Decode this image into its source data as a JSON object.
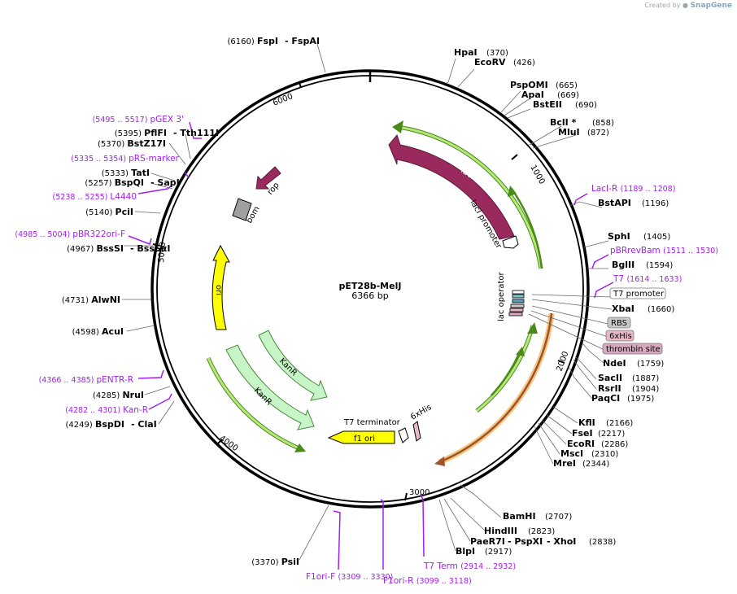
{
  "plasmid": {
    "name": "pET28b-MelJ",
    "length_label": "6366 bp",
    "total": 6366
  },
  "credit": {
    "prefix": "Created by",
    "brand": "SnapGene"
  },
  "ticks": [
    "1000",
    "2000",
    "3000",
    "4000",
    "5000",
    "6000"
  ],
  "colors": {
    "lacI": "#9a2a5e",
    "lacI_outline": "#92d050",
    "kanR": "#c8f5c8",
    "kanR_edge": "#4a8a3a",
    "ori": "#ffff00",
    "bom": "#a0a0a0",
    "rop": "#9a2a5e",
    "green_feature": "#86cc3c",
    "orange_feature": "#f5a623",
    "brown_feature": "#a0522d",
    "primer": "#a020f0",
    "rbs": "#c8c8c8",
    "his": "#e8b8c8",
    "thrombin": "#d8a8c0"
  },
  "features": {
    "lacI": "lacI",
    "lacI_promoter": "lacI promoter",
    "rop": "rop",
    "bom": "bom",
    "ori": "ori",
    "kanR": "KanR",
    "f1_ori": "f1 ori",
    "t7_terminator": "T7 terminator",
    "his_tag": "6xHis",
    "lac_operator": "lac operator",
    "t7_promoter": "T7 promoter",
    "rbs": "RBS",
    "his_tag_box": "6xHis",
    "thrombin_site": "thrombin site"
  },
  "enzymes_left": [
    {
      "name": "FspI",
      "pos": "(6160)",
      "extra": "FspAI"
    },
    {
      "name": "PflFI",
      "pos": "(5395)",
      "extra": "Tth111I"
    },
    {
      "name": "BstZ17I",
      "pos": "(5370)"
    },
    {
      "name": "TatI",
      "pos": "(5333)"
    },
    {
      "name": "BspQI",
      "pos": "(5257)",
      "extra": "SapI"
    },
    {
      "name": "PciI",
      "pos": "(5140)"
    },
    {
      "name": "BssSI",
      "pos": "(4967)",
      "extra": "BssSαI"
    },
    {
      "name": "AlwNI",
      "pos": "(4731)"
    },
    {
      "name": "AcuI",
      "pos": "(4598)"
    },
    {
      "name": "NruI",
      "pos": "(4285)"
    },
    {
      "name": "BspDI",
      "pos": "(4249)",
      "extra": "ClaI"
    },
    {
      "name": "PsiI",
      "pos": "(3370)"
    }
  ],
  "enzymes_right": [
    {
      "name": "HpaI",
      "pos": "(370)"
    },
    {
      "name": "EcoRV",
      "pos": "(426)"
    },
    {
      "name": "PspOMI",
      "pos": "(665)"
    },
    {
      "name": "ApaI",
      "pos": "(669)"
    },
    {
      "name": "BstEII",
      "pos": "(690)"
    },
    {
      "name": "BclI *",
      "pos": "(858)"
    },
    {
      "name": "MluI",
      "pos": "(872)"
    },
    {
      "name": "BstAPI",
      "pos": "(1196)"
    },
    {
      "name": "SphI",
      "pos": "(1405)"
    },
    {
      "name": "BglII",
      "pos": "(1594)"
    },
    {
      "name": "XbaI",
      "pos": "(1660)"
    },
    {
      "name": "NdeI",
      "pos": "(1759)"
    },
    {
      "name": "SacII",
      "pos": "(1887)"
    },
    {
      "name": "RsrII",
      "pos": "(1904)"
    },
    {
      "name": "PaqCI",
      "pos": "(1975)"
    },
    {
      "name": "KflI",
      "pos": "(2166)"
    },
    {
      "name": "FseI",
      "pos": "(2217)"
    },
    {
      "name": "EcoRI",
      "pos": "(2286)"
    },
    {
      "name": "MscI",
      "pos": "(2310)"
    },
    {
      "name": "MreI",
      "pos": "(2344)"
    },
    {
      "name": "BamHI",
      "pos": "(2707)"
    },
    {
      "name": "HindIII",
      "pos": "(2823)"
    },
    {
      "name": "PaeR7I",
      "pos": "(2838)",
      "extra": "PspXI",
      "extra2": "XhoI"
    },
    {
      "name": "BlpI",
      "pos": "(2917)"
    }
  ],
  "primers": [
    {
      "name": "pGEX 3'",
      "range": "(5495 .. 5517)"
    },
    {
      "name": "pRS-marker",
      "range": "(5335 .. 5354)"
    },
    {
      "name": "L4440",
      "range": "(5238 .. 5255)"
    },
    {
      "name": "pBR322ori-F",
      "range": "(4985 .. 5004)"
    },
    {
      "name": "pENTR-R",
      "range": "(4366 .. 4385)"
    },
    {
      "name": "Kan-R",
      "range": "(4282 .. 4301)"
    },
    {
      "name": "F1ori-F",
      "range": "(3309 .. 3330)"
    },
    {
      "name": "F1ori-R",
      "range": "(3099 .. 3118)"
    },
    {
      "name": "T7 Term",
      "range": "(2914 .. 2932)"
    },
    {
      "name": "LacI-R",
      "range": "(1189 .. 1208)"
    },
    {
      "name": "pBRrevBam",
      "range": "(1511 .. 1530)"
    },
    {
      "name": "T7",
      "range": "(1614 .. 1633)"
    }
  ]
}
